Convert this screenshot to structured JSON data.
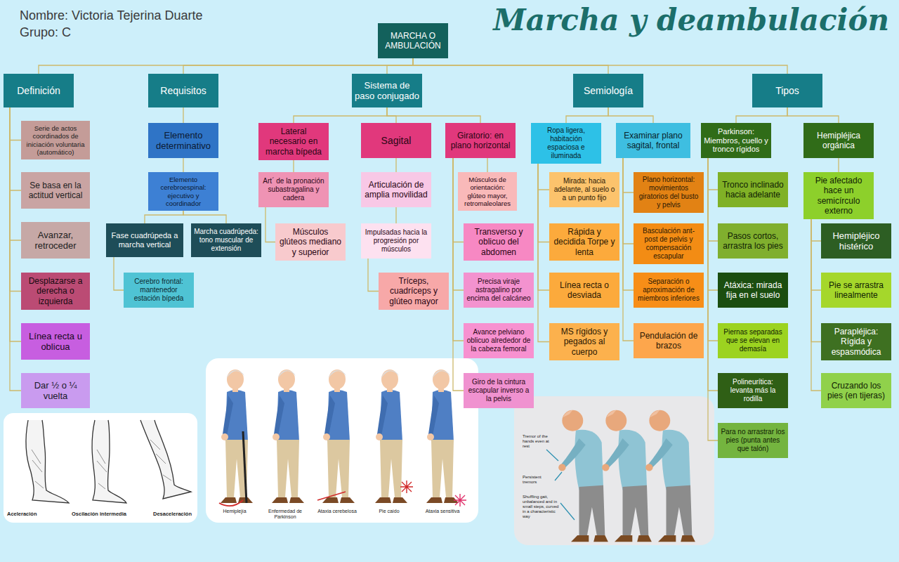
{
  "diagram": {
    "title": "Marcha y deambulación",
    "nodes": [
      {
        "text": [
          "MARCHA O AMBULACIÓN"
        ]
      },
      {
        "text": [
          "Definición"
        ]
      },
      {
        "text": [
          "Requisitos"
        ]
      },
      {
        "text": [
          "Sistema de paso conjugado"
        ]
      },
      {
        "text": [
          "Semiología"
        ]
      },
      {
        "text": [
          "Tipos"
        ]
      },
      {
        "text": [
          "Serie de actos coordinados de iniciación voluntaria (automático)"
        ]
      },
      {
        "text": [
          "Se basa en la actitud vertical"
        ]
      },
      {
        "text": [
          "Avanzar, retroceder"
        ]
      },
      {
        "text": [
          "Desplazarse a derecha o izquierda"
        ]
      },
      {
        "text": [
          "Línea recta u oblicua"
        ]
      },
      {
        "text": [
          "Dar ½ o ¼ vuelta"
        ]
      },
      {
        "text": [
          "Elemento determinativo"
        ]
      },
      {
        "text": [
          "Elemento cerebroespinal: ejecutivo y coordinador"
        ]
      },
      {
        "text": [
          "Fase cuadrúpeda a marcha vertical"
        ]
      },
      {
        "text": [
          "Marcha cuadrúpeda: tono muscular de extensión"
        ]
      },
      {
        "text": [
          "Cerebro frontal: mantenedor estación bípeda"
        ]
      },
      {
        "text": [
          "Lateral necesario en marcha bípeda"
        ]
      },
      {
        "text": [
          "Art´ de la pronación subastragalina y cadera"
        ]
      },
      {
        "text": [
          "Músculos glúteos mediano y superior"
        ]
      },
      {
        "text": [
          "Sagital"
        ]
      },
      {
        "text": [
          "Articulación de amplia movilidad"
        ]
      },
      {
        "text": [
          "Impulsadas hacia la progresión por músculos"
        ]
      },
      {
        "text": [
          "Tríceps, cuadríceps y glúteo mayor"
        ]
      },
      {
        "text": [
          "Giratorio: en plano horizontal"
        ]
      },
      {
        "text": [
          "Músculos de orientación: glúteo mayor, retromaleolares"
        ]
      },
      {
        "text": [
          "Transverso y oblicuo del abdomen"
        ]
      },
      {
        "text": [
          "Precisa viraje astragalino por encima del calcáneo"
        ]
      },
      {
        "text": [
          "Avance pelviano oblicuo alrededor de la cabeza femoral"
        ]
      },
      {
        "text": [
          "Giro de la cintura escapular inverso a la pelvis"
        ]
      },
      {
        "text": [
          "Ropa ligera, habitación espaciosa e iluminada"
        ]
      },
      {
        "text": [
          "Mirada: hacia adelante, al suelo o a un punto fijo"
        ]
      },
      {
        "text": [
          "Rápida y decidida Torpe y lenta"
        ]
      },
      {
        "text": [
          "Línea recta o desviada"
        ]
      },
      {
        "text": [
          "MS rígidos y pegados al cuerpo"
        ]
      },
      {
        "text": [
          "Examinar plano sagital, frontal"
        ]
      },
      {
        "text": [
          "Plano horizontal: movimientos giratorios del busto y pelvis"
        ]
      },
      {
        "text": [
          "Basculación ant-post de pelvis y compensación escapular"
        ]
      },
      {
        "text": [
          "Separación o aproximación de miembros inferiores"
        ]
      },
      {
        "text": [
          "Pendulación de brazos"
        ]
      },
      {
        "text": [
          "Parkinson: Miembros, cuello y tronco rígidos"
        ]
      },
      {
        "text": [
          "Tronco inclinado hacia adelante"
        ]
      },
      {
        "text": [
          "Pasos cortos, arrastra los pies"
        ]
      },
      {
        "text": [
          "Atáxica: mirada fija en el suelo"
        ]
      },
      {
        "text": [
          "Piernas separadas que se elevan en demasía"
        ]
      },
      {
        "text": [
          "Polineurítica: levanta más la rodilla"
        ]
      },
      {
        "text": [
          "Para no arrastrar los pies (punta antes que talón)"
        ]
      },
      {
        "text": [
          "Hemipléjica orgánica"
        ]
      },
      {
        "text": [
          "Pie afectado hace un semicírculo externo"
        ]
      },
      {
        "text": [
          "Hemipléjico histérico"
        ]
      },
      {
        "text": [
          "Pie se arrastra linealmente"
        ]
      },
      {
        "text": [
          "Parapléjica: Rígida y espasmódica"
        ]
      },
      {
        "text": [
          "Cruzando los pies (en tijeras)"
        ]
      }
    ],
    "edges": [
      {
        "from": 0,
        "to": 1,
        "arrow": "none"
      },
      {
        "from": 0,
        "to": 2,
        "arrow": "none"
      },
      {
        "from": 0,
        "to": 3,
        "arrow": "none"
      },
      {
        "from": 0,
        "to": 4,
        "arrow": "none"
      },
      {
        "from": 0,
        "to": 5,
        "arrow": "none"
      },
      {
        "from": 1,
        "to": 6,
        "arrow": "none"
      },
      {
        "from": 1,
        "to": 7,
        "arrow": "none"
      },
      {
        "from": 1,
        "to": 8,
        "arrow": "none"
      },
      {
        "from": 1,
        "to": 9,
        "arrow": "none"
      },
      {
        "from": 1,
        "to": 10,
        "arrow": "none"
      },
      {
        "from": 1,
        "to": 11,
        "arrow": "none"
      },
      {
        "from": 2,
        "to": 12,
        "arrow": "none"
      },
      {
        "from": 12,
        "to": 13,
        "arrow": "none"
      },
      {
        "from": 13,
        "to": 14,
        "arrow": "none"
      },
      {
        "from": 13,
        "to": 15,
        "arrow": "none"
      },
      {
        "from": 14,
        "to": 16,
        "arrow": "none"
      },
      {
        "from": 3,
        "to": 17,
        "arrow": "none"
      },
      {
        "from": 3,
        "to": 20,
        "arrow": "none"
      },
      {
        "from": 3,
        "to": 24,
        "arrow": "none"
      },
      {
        "from": 17,
        "to": 18,
        "arrow": "none"
      },
      {
        "from": 18,
        "to": 19,
        "arrow": "none"
      },
      {
        "from": 20,
        "to": 21,
        "arrow": "none"
      },
      {
        "from": 21,
        "to": 22,
        "arrow": "none"
      },
      {
        "from": 22,
        "to": 23,
        "arrow": "none"
      },
      {
        "from": 24,
        "to": 25,
        "arrow": "none"
      },
      {
        "from": 24,
        "to": 26,
        "arrow": "none"
      },
      {
        "from": 24,
        "to": 27,
        "arrow": "none"
      },
      {
        "from": 24,
        "to": 28,
        "arrow": "none"
      },
      {
        "from": 24,
        "to": 29,
        "arrow": "none"
      },
      {
        "from": 4,
        "to": 30,
        "arrow": "none"
      },
      {
        "from": 4,
        "to": 35,
        "arrow": "none"
      },
      {
        "from": 30,
        "to": 31,
        "arrow": "none"
      },
      {
        "from": 30,
        "to": 32,
        "arrow": "none"
      },
      {
        "from": 30,
        "to": 33,
        "arrow": "none"
      },
      {
        "from": 30,
        "to": 34,
        "arrow": "none"
      },
      {
        "from": 35,
        "to": 36,
        "arrow": "none"
      },
      {
        "from": 35,
        "to": 37,
        "arrow": "none"
      },
      {
        "from": 35,
        "to": 38,
        "arrow": "none"
      },
      {
        "from": 35,
        "to": 39,
        "arrow": "none"
      },
      {
        "from": 5,
        "to": 40,
        "arrow": "none"
      },
      {
        "from": 5,
        "to": 47,
        "arrow": "none"
      },
      {
        "from": 40,
        "to": 41,
        "arrow": "none"
      },
      {
        "from": 40,
        "to": 42,
        "arrow": "none"
      },
      {
        "from": 40,
        "to": 43,
        "arrow": "none"
      },
      {
        "from": 40,
        "to": 44,
        "arrow": "none"
      },
      {
        "from": 40,
        "to": 45,
        "arrow": "none"
      },
      {
        "from": 40,
        "to": 46,
        "arrow": "none"
      },
      {
        "from": 47,
        "to": 48,
        "arrow": "none"
      },
      {
        "from": 48,
        "to": 49,
        "arrow": "none"
      },
      {
        "from": 48,
        "to": 50,
        "arrow": "none"
      },
      {
        "from": 48,
        "to": 51,
        "arrow": "none"
      },
      {
        "from": 48,
        "to": 52,
        "arrow": "none"
      }
    ],
    "labels": [
      "Nombre: Victoria Tejerina Duarte",
      "Grupo: C",
      "Aceleración",
      "Oscilación intermedia",
      "Desaceleración",
      "Hemiplejía",
      "Enfermedad de Parkinson",
      "Ataxia cerebelosa",
      "Pie caído",
      "Ataxia sensitiva",
      "Tremor of the hands even at rest",
      "Persistent tremors",
      "Shuffling gait, unbalanced and in small steps, curved in a characteristic way"
    ]
  }
}
